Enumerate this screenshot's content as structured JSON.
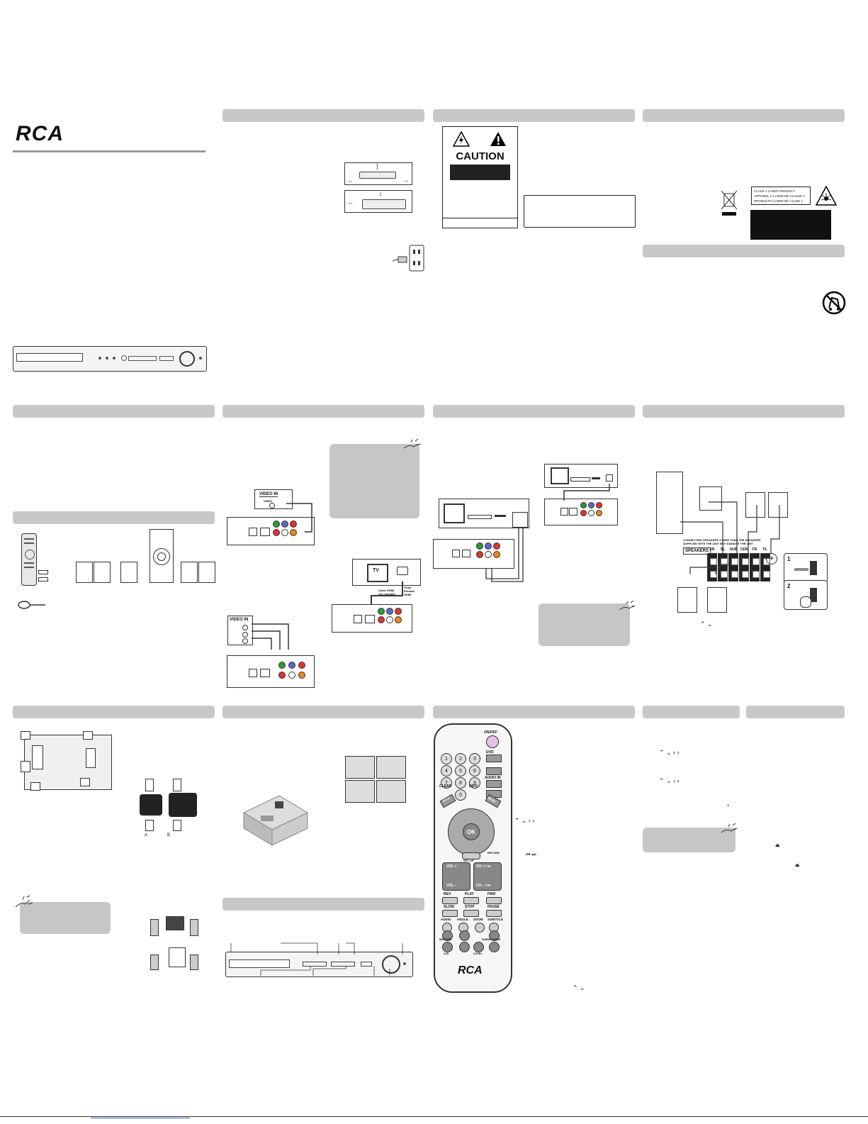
{
  "brand": {
    "logo_text": "RCA"
  },
  "caution": {
    "title": "CAUTION"
  },
  "laser_label": {
    "line1": "CLASS 1 LASER PRODUCT",
    "line2": "APPAREIL À LASER DE CLASSE 1",
    "line3": "PRODUCTO LASER DE CLASE 1"
  },
  "connections": {
    "video_in_1": "VIDEO IN",
    "video_in_sub": "VIDEO",
    "video_in_2": "VIDEO IN",
    "tv_label": "TV",
    "hdmi_cable_label": "Cable HDMI\n(no incluido)",
    "hdmi_label": "Toma Entrada HDMI"
  },
  "speakers": {
    "warning": "CONNECTING SPEAKERS OTHER THAN THE SPEAKERS SUPPLIED WITH THE UNIT MAY DAMAGE THE UNIT",
    "panel_label": "SPEAKERS",
    "channels": [
      "SR",
      "SL",
      "SUB",
      "CEN",
      "FR",
      "FL"
    ],
    "step1": "1",
    "step2": "2",
    "arrows": "⌃ ⌄"
  },
  "placement": {
    "label_a": "A",
    "label_b": "B"
  },
  "nav_glyphs": {
    "arrows_full": "⌃ ⌄ ‹ ›",
    "arrows_ud": "⌃ ⌄",
    "right": "›",
    "skip": "⏮     ⏭",
    "eject": "⏏"
  },
  "remote": {
    "power": "ON/OFF",
    "dvd": "DVD",
    "audio_in": "AUDIO IN",
    "clear": "CLEAR",
    "info": "INFO",
    "title": "TITLE",
    "menu": "MENU",
    "ok": "OK",
    "setup": "SET UP",
    "return": "RETURN",
    "vol_up": "VOL +",
    "vol_down": "VOL −",
    "ch_up": "CH + / ⏭",
    "ch_down": "CH − / ⏮",
    "rev": "REV",
    "play": "PLAY",
    "fwd": "FWD",
    "slow": "SLOW",
    "stop": "STOP",
    "pause": "PAUSE",
    "audio": "AUDIO",
    "angle": "ANGLE",
    "zoom": "ZOOM",
    "subtitle": "SUBTITLE",
    "memory": "MEMORY",
    "subwoofer": "SUBWOOFER",
    "ab": "A-B",
    "level": "LEVEL",
    "logo": "RCA",
    "digits": [
      "1",
      "2",
      "3",
      "4",
      "5",
      "6",
      "7",
      "8",
      "9",
      "0"
    ]
  },
  "footer": {
    "link": ""
  }
}
